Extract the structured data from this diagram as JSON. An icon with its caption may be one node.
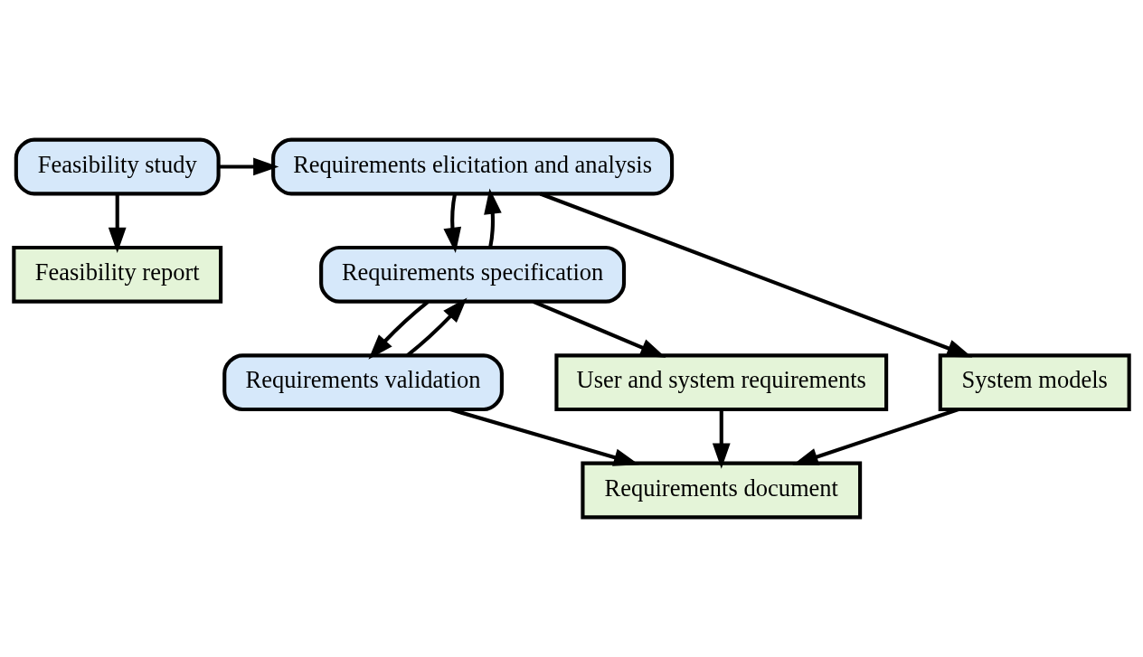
{
  "diagram": {
    "nodes": [
      {
        "text": [
          "Feasibility study"
        ]
      },
      {
        "text": [
          "Requirements elicitation and analysis"
        ]
      },
      {
        "text": [
          "Requirements specification"
        ]
      },
      {
        "text": [
          "Requirements validation"
        ]
      },
      {
        "text": [
          "Feasibility report"
        ]
      },
      {
        "text": [
          "System models"
        ]
      },
      {
        "text": [
          "User and system requirements"
        ]
      },
      {
        "text": [
          "Requirements document"
        ]
      }
    ],
    "edges": [
      {
        "from": 0,
        "to": 1,
        "arrow": "to"
      },
      {
        "from": 0,
        "to": 4,
        "arrow": "to"
      },
      {
        "from": 2,
        "to": 1,
        "arrow": "to"
      },
      {
        "from": 1,
        "to": 2,
        "arrow": "to"
      },
      {
        "from": 1,
        "to": 5,
        "arrow": "to"
      },
      {
        "from": 3,
        "to": 2,
        "arrow": "to"
      },
      {
        "from": 2,
        "to": 3,
        "arrow": "to"
      },
      {
        "from": 2,
        "to": 6,
        "arrow": "to"
      },
      {
        "from": 3,
        "to": 7,
        "arrow": "to"
      },
      {
        "from": 6,
        "to": 7,
        "arrow": "to"
      },
      {
        "from": 5,
        "to": 7,
        "arrow": "to"
      }
    ]
  }
}
